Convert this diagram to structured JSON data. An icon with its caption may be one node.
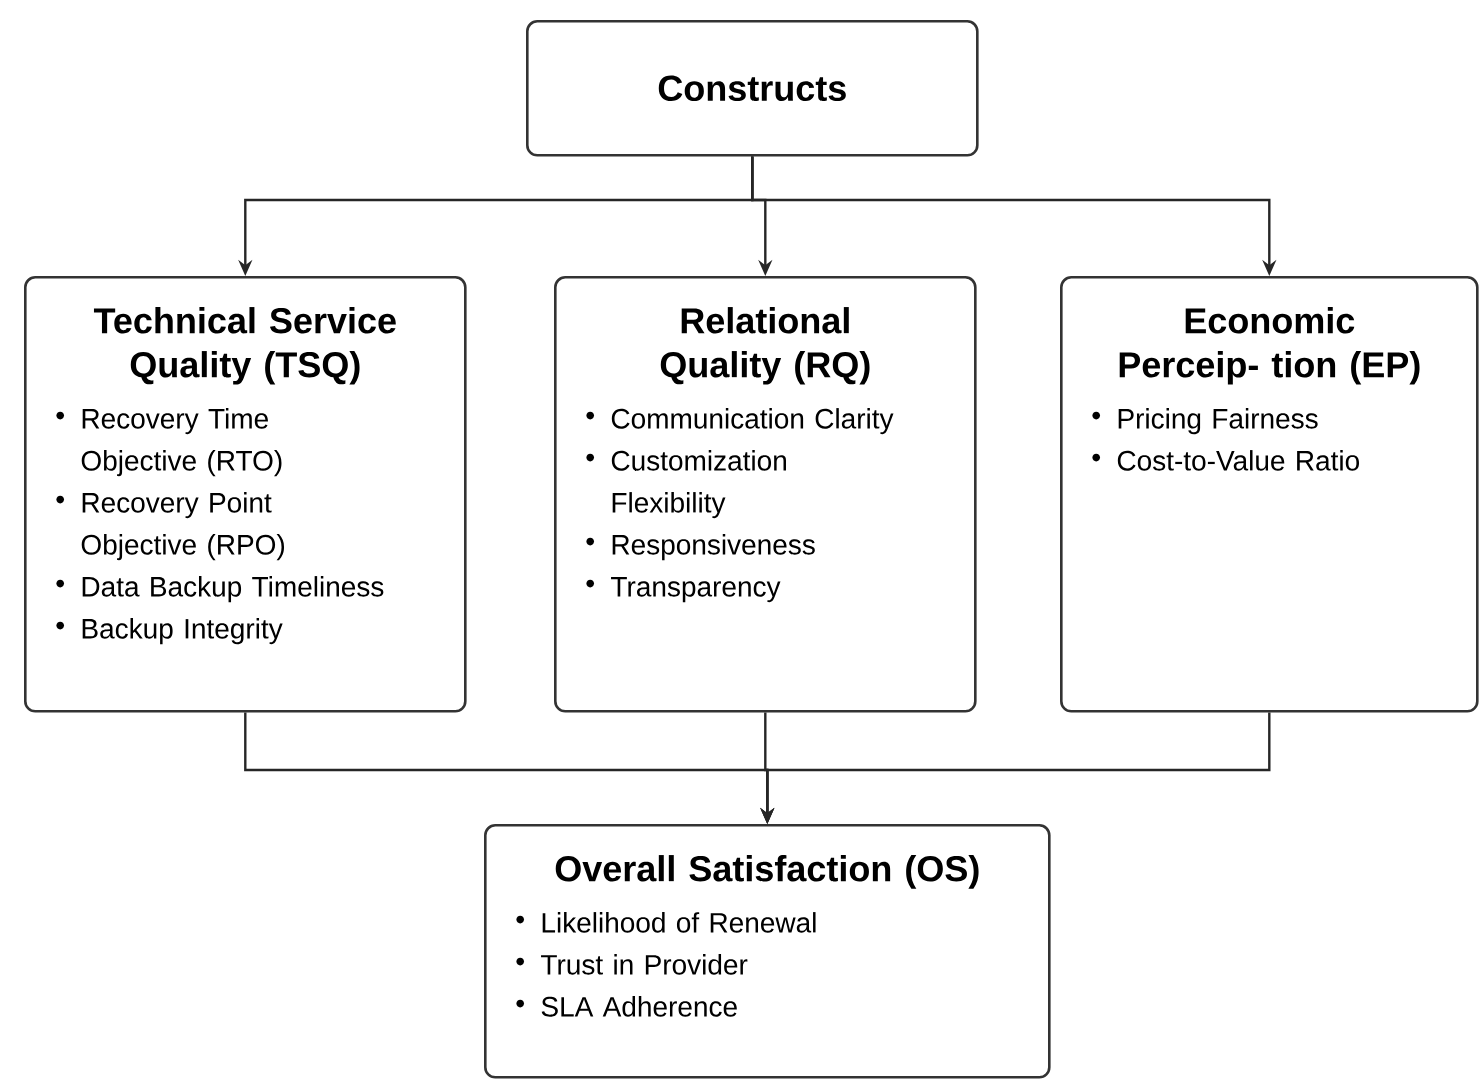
{
  "diagram": {
    "nodes": [
      {
        "text": [
          "Constructs"
        ]
      },
      {
        "text": [
          "Technical Service Quality (TSQ)",
          "Recovery Time Objective (RTO)",
          "Recovery Point Objective (RPO)",
          "Data Backup Timeliness",
          "Backup Integrity"
        ]
      },
      {
        "text": [
          "Relational Quality (RQ)",
          "Communication Clarity",
          "Customization Flexibility",
          "Responsiveness",
          "Transparency"
        ]
      },
      {
        "text": [
          "Economic Perceip- tion (EP)",
          "Pricing Fairness",
          "Cost-to-Value Ratio"
        ]
      },
      {
        "text": [
          "Overall Satisfaction (OS)",
          "Likelihood of Renewal",
          "Trust in Provider",
          "SLA Adherence"
        ]
      }
    ],
    "edges": [
      {
        "from": 0,
        "to": 1,
        "arrow": "to"
      },
      {
        "from": 0,
        "to": 2,
        "arrow": "to"
      },
      {
        "from": 0,
        "to": 3,
        "arrow": "to"
      },
      {
        "from": 1,
        "to": 4,
        "arrow": "to"
      },
      {
        "from": 2,
        "to": 4,
        "arrow": "to"
      },
      {
        "from": 3,
        "to": 4,
        "arrow": "to"
      }
    ]
  }
}
